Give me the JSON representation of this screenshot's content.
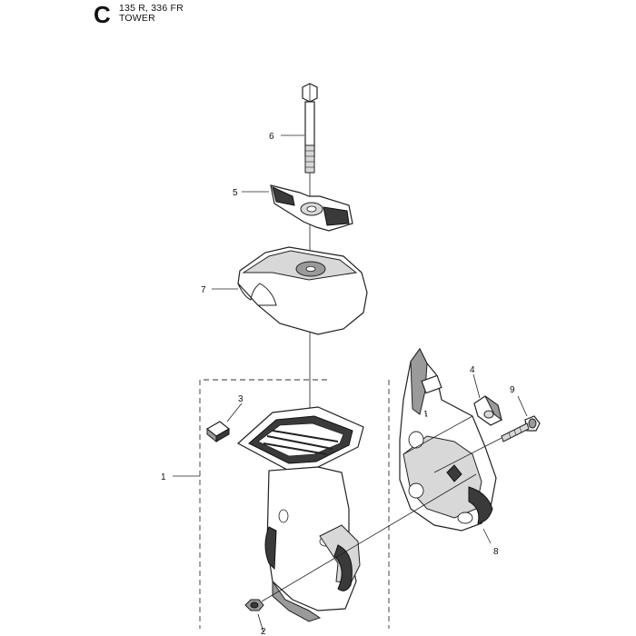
{
  "header": {
    "section_letter": "C",
    "models": "135 R, 336 FR",
    "title": "TOWER"
  },
  "callouts": [
    {
      "id": "1",
      "label": "1"
    },
    {
      "id": "2",
      "label": "2"
    },
    {
      "id": "3",
      "label": "3"
    },
    {
      "id": "4",
      "label": "4"
    },
    {
      "id": "5",
      "label": "5"
    },
    {
      "id": "6",
      "label": "6"
    },
    {
      "id": "7",
      "label": "7"
    },
    {
      "id": "8",
      "label": "8"
    },
    {
      "id": "9",
      "label": "9"
    }
  ]
}
